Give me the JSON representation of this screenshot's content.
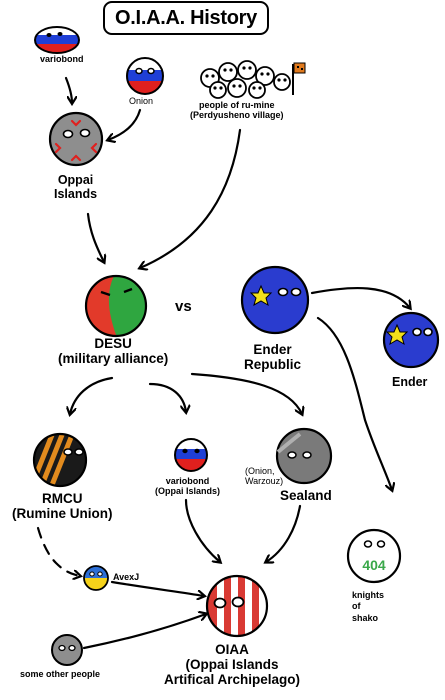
{
  "title": "O.I.A.A. History",
  "vs_label": "vs",
  "nodes": {
    "variobond": "variobond",
    "onion": "Onion",
    "people_line1": "people of ru-mine",
    "people_line2": "(Perdyusheno village)",
    "oppai_line1": "Oppai",
    "oppai_line2": "Islands",
    "desu_line1": "DESU",
    "desu_line2": "(military alliance)",
    "ender_republic_line1": "Ender",
    "ender_republic_line2": "Republic",
    "ender": "Ender",
    "rmcu_line1": "RMCU",
    "rmcu_line2": "(Rumine Union)",
    "variobond_oppai_line1": "variobond",
    "variobond_oppai_line2": "(Oppai Islands)",
    "sealand_note_line1": "(Onion,",
    "sealand_note_line2": "Warzouz)",
    "sealand": "Sealand",
    "avexj": "AvexJ",
    "knights_line1": "knights",
    "knights_line2": "of",
    "knights_line3": "shako",
    "knights_ball_text": "404",
    "some_other_people": "some other people",
    "oiaa_line1": "OIAA",
    "oiaa_line2": "(Oppai Islands",
    "oiaa_line3": "Artifical Archipelago)"
  },
  "colors": {
    "russia_white": "#ffffff",
    "russia_blue": "#1f3fd6",
    "russia_red": "#e0201e",
    "gray_ball": "#8e8e8e",
    "dark_gray_ball": "#7a7a7a",
    "desu_red": "#e23a2a",
    "desu_green": "#2fa640",
    "ender_blue": "#2a3ccf",
    "ender_yellow": "#f2e01a",
    "rmcu_black": "#1a1a1a",
    "rmcu_orange": "#e28b1e",
    "avexj_blue": "#2d6fd6",
    "avexj_yellow": "#f5d21a",
    "knights_green": "#3aa84a",
    "oiaa_red": "#d93a34",
    "flag_orange": "#e07a1e"
  }
}
